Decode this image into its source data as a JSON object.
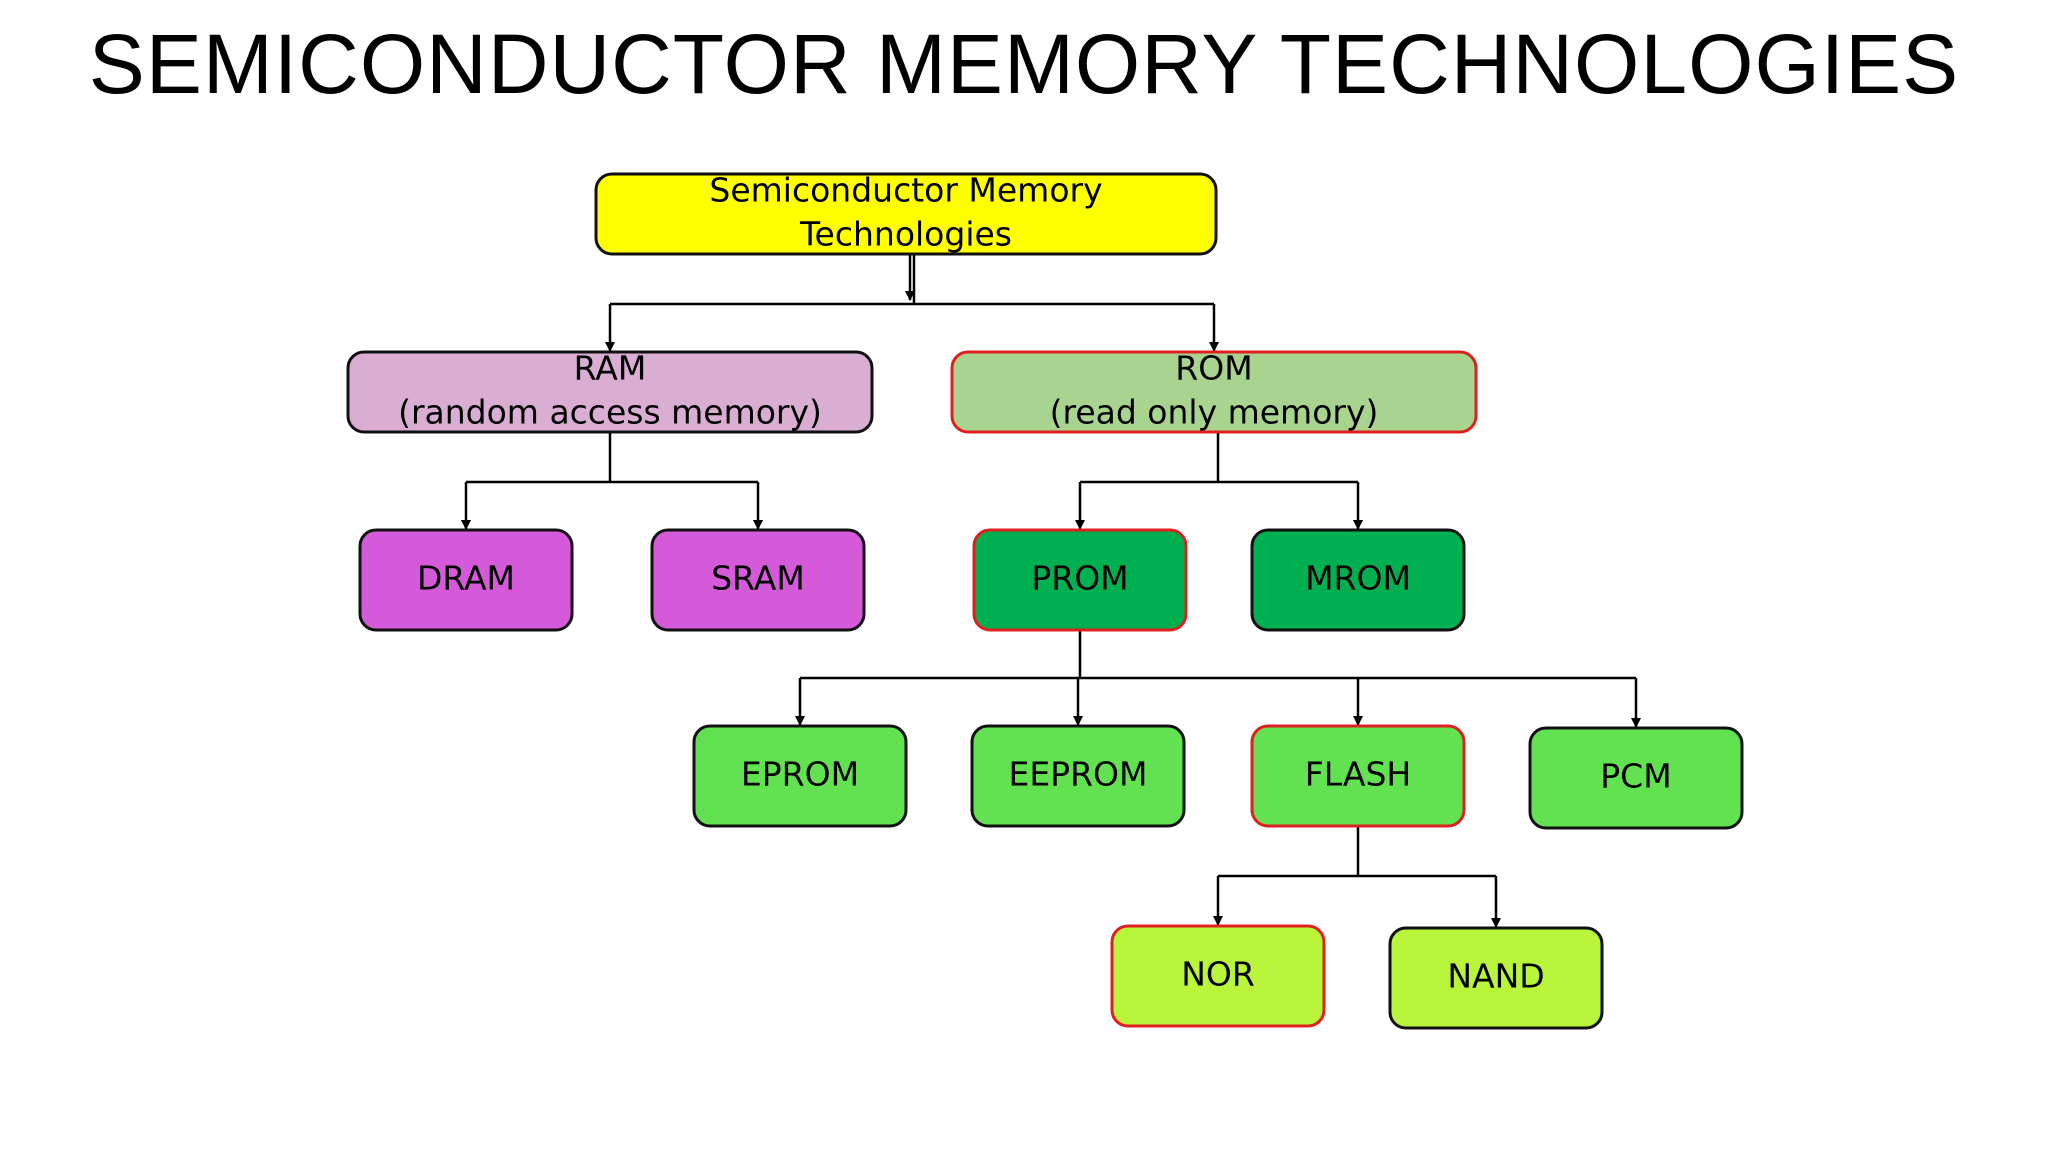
{
  "page_title": "SEMICONDUCTOR MEMORY TECHNOLOGIES",
  "colors": {
    "root_fill": "#ffff00",
    "ram_fill": "#d9aed2",
    "rom_fill": "#a8d490",
    "ram_child_fill": "#d45ad9",
    "rom_child_fill": "#00b050",
    "prom_child_fill": "#62e250",
    "flash_child_fill": "#b9f53a",
    "outline_dark": "#111111",
    "outline_red": "#e02020"
  },
  "nodes": {
    "root": {
      "lines": [
        "Semiconductor Memory",
        "Technologies"
      ]
    },
    "ram": {
      "lines": [
        "RAM",
        "(random access memory)"
      ]
    },
    "rom": {
      "lines": [
        "ROM",
        "(read only memory)"
      ]
    },
    "dram": {
      "lines": [
        "DRAM"
      ]
    },
    "sram": {
      "lines": [
        "SRAM"
      ]
    },
    "prom": {
      "lines": [
        "PROM"
      ]
    },
    "mrom": {
      "lines": [
        "MROM"
      ]
    },
    "eprom": {
      "lines": [
        "EPROM"
      ]
    },
    "eeprom": {
      "lines": [
        "EEPROM"
      ]
    },
    "flash": {
      "lines": [
        "FLASH"
      ]
    },
    "pcm": {
      "lines": [
        "PCM"
      ]
    },
    "nor": {
      "lines": [
        "NOR"
      ]
    },
    "nand": {
      "lines": [
        "NAND"
      ]
    }
  }
}
